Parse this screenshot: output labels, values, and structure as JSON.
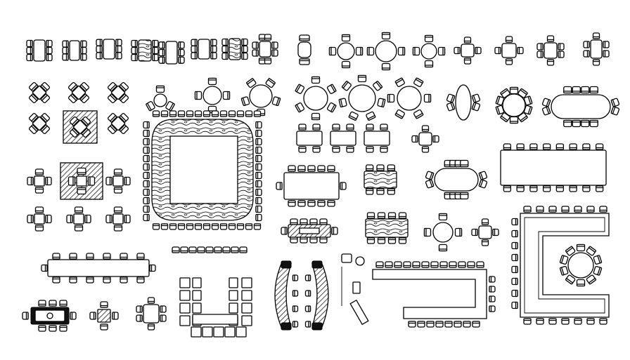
{
  "drawing": {
    "type": "cad-furniture-plan",
    "line_color": "#000000",
    "background": "#ffffff",
    "blocks": [
      "rect-table-6-seat",
      "rect-table-6-seat",
      "rect-table-6-seat",
      "rect-table-6-seat-wood",
      "rect-table-6-seat",
      "rect-table-6-seat",
      "rect-table-6-seat-wood",
      "square-table-4-seat",
      "table-2-seat",
      "round-table-4-seat",
      "round-table-4-seat",
      "round-table-4-seat",
      "square-table-4-seat",
      "square-table-4-seat",
      "rect-table-4-seat",
      "rect-table-4-seat",
      "diagonal-table-4-seat-set",
      "hatched-table-4-seat",
      "round-table-3-seat",
      "round-table-4-seat",
      "round-table-5-seat-open",
      "round-table-6-seat",
      "round-table-7-seat",
      "round-table-6-seat",
      "oval-table-8-seat",
      "round-table-10-seat",
      "oval-table-12-seat",
      "square-conference-table-wood",
      "table-2-seat-pair",
      "square-table-4-seat",
      "boat-conference-table",
      "rect-table-10-seat",
      "rect-table-8-seat-wood",
      "oval-table-10-seat",
      "rect-table-8-seat-hatched",
      "rect-table-8-seat-wood",
      "round-table-4-seat",
      "square-table-4-seat",
      "long-table-10-seat",
      "chair-row",
      "u-shape-seating",
      "curved-tables-pair",
      "bar-with-stools",
      "u-conference-table",
      "u-conference-table-with-round-table",
      "decorated-table-8-seat",
      "hatched-table-4-seat",
      "rect-table-4-seat"
    ]
  }
}
